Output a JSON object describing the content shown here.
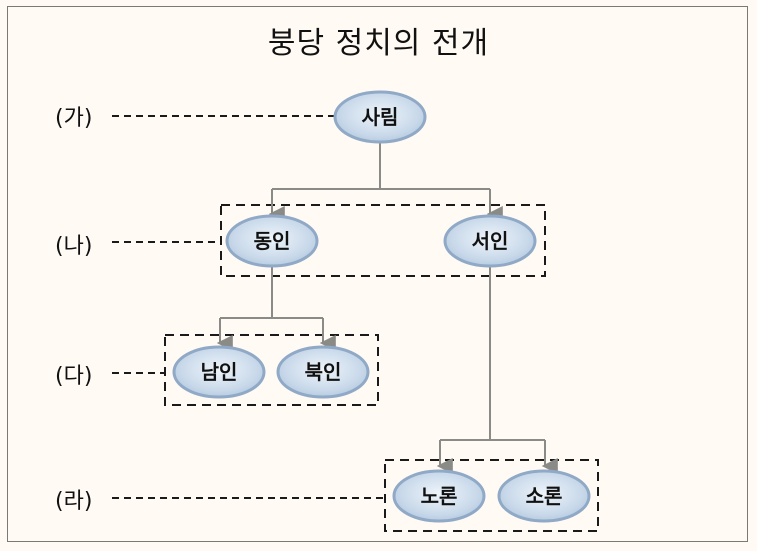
{
  "title": "붕당 정치의 전개",
  "colors": {
    "background": "#fffaf4",
    "frame": "#7a7a74",
    "connector": "#8a8a86",
    "dashed": "#1a1a1a",
    "node_fill_center": "#e8f0f8",
    "node_fill_edge": "#b8cce2",
    "node_border": "#8fa9c6"
  },
  "stages": [
    {
      "label": "(가)",
      "nodes": [
        "사림"
      ]
    },
    {
      "label": "(나)",
      "nodes": [
        "동인",
        "서인"
      ]
    },
    {
      "label": "(다)",
      "nodes": [
        "남인",
        "북인"
      ]
    },
    {
      "label": "(라)",
      "nodes": [
        "노론",
        "소론"
      ]
    }
  ],
  "nodes": {
    "sarim": "사림",
    "dongin": "동인",
    "seoin": "서인",
    "namin": "남인",
    "bugin": "북인",
    "noron": "노론",
    "soron": "소론"
  },
  "edges": [
    {
      "from": "사림",
      "to": [
        "동인",
        "서인"
      ]
    },
    {
      "from": "동인",
      "to": [
        "남인",
        "북인"
      ]
    },
    {
      "from": "서인",
      "to": [
        "노론",
        "소론"
      ]
    }
  ]
}
